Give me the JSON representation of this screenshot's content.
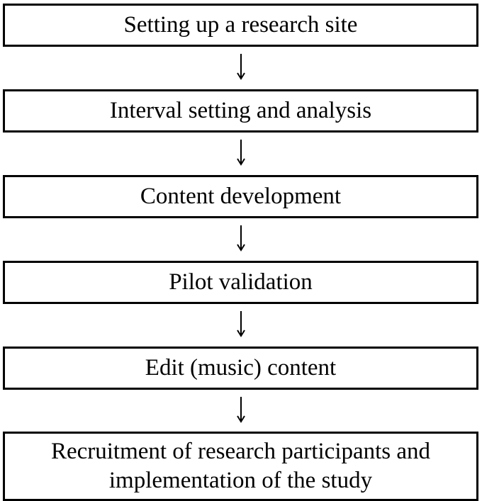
{
  "steps": [
    {
      "label": "Setting up a research site"
    },
    {
      "label": "Interval setting and analysis"
    },
    {
      "label": "Content development"
    },
    {
      "label": "Pilot validation"
    },
    {
      "label": "Edit (music) content"
    },
    {
      "lines": [
        "Recruitment of research participants and",
        "implementation of the study"
      ]
    }
  ],
  "colors": {
    "border": "#000000",
    "background": "#ffffff",
    "text": "#000000"
  }
}
